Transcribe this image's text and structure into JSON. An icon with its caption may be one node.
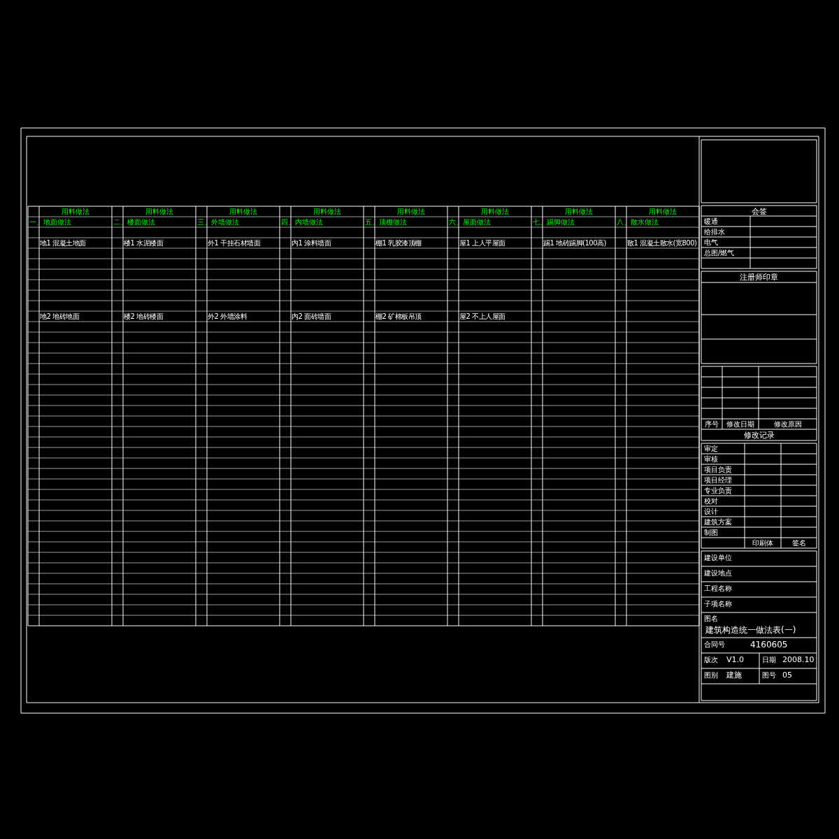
{
  "diagram": {
    "title": "建筑构造统一做法表(一)",
    "labels": [
      "用料做法",
      "用料做法",
      "用料做法",
      "用料做法",
      "用料做法",
      "用料做法",
      "用料做法",
      "用料做法",
      "一、地面做法",
      "二、楼面做法",
      "三、外墙做法",
      "四、内墙做法",
      "五、顶棚做法",
      "六、屋面做法",
      "七、踢脚做法",
      "八、散水做法",
      "地1 混凝土地面",
      "楼1 水泥楼面",
      "外1 干挂石材墙面",
      "内1 涂料墙面",
      "棚1 乳胶漆顶棚",
      "屋1 上人平屋面",
      "踢1 地砖踢脚(100高)",
      "散1 混凝土散水(宽800)",
      "地2 地砖地面",
      "楼2 地砖楼面",
      "外2 外墙涂料",
      "内2 面砖墙面",
      "棚2 矿棉板吊顶",
      "屋2 不上人屋面",
      "会签",
      "暖通",
      "给排水",
      "电气",
      "总图/燃气",
      "注册师印章",
      "序号",
      "修改日期",
      "修改原因",
      "修改记录",
      "审定",
      "审核",
      "项目负责",
      "项目经理",
      "专业负责",
      "校对",
      "设计",
      "建筑方案",
      "制图",
      "印刷体",
      "签名",
      "建设单位",
      "建设地点",
      "工程名称",
      "子项名称",
      "图名",
      "合同号",
      "4160605",
      "版次",
      "V1.0",
      "日期",
      "2008.10",
      "图别",
      "建施",
      "图号",
      "05"
    ]
  }
}
